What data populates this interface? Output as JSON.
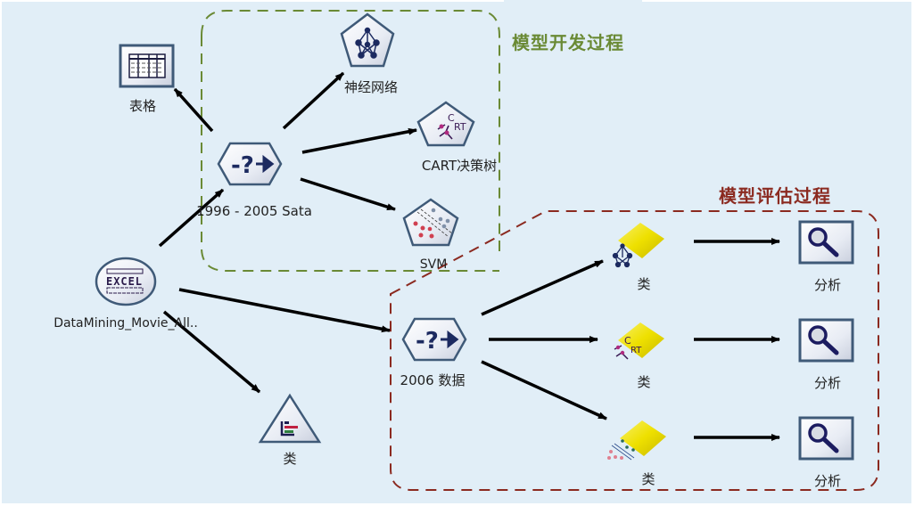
{
  "groups": {
    "development": {
      "title": "模型开发过程",
      "color": "#6a8a35"
    },
    "evaluation": {
      "title": "模型评估过程",
      "color": "#8b2a20"
    }
  },
  "nodes": {
    "table": {
      "label": "表格",
      "icon": "table-icon"
    },
    "neural_net": {
      "label": "神经网络",
      "icon": "neural-net-icon"
    },
    "cart": {
      "label": "CART决策树",
      "icon": "cart-tree-icon"
    },
    "svm": {
      "label": "SVM",
      "icon": "svm-icon"
    },
    "type_1996": {
      "label": "1996 - 2005 Sata",
      "icon": "type-node-icon"
    },
    "excel_source": {
      "label": "DataMining_Movie_All..",
      "icon": "excel-icon"
    },
    "distribution": {
      "label": "类",
      "icon": "distribution-icon"
    },
    "type_2006": {
      "label": "2006 数据",
      "icon": "type-node-icon"
    },
    "model_nn": {
      "label": "类",
      "icon": "neural-net-model-nugget-icon"
    },
    "model_cart": {
      "label": "类",
      "icon": "cart-model-nugget-icon"
    },
    "model_svm": {
      "label": "类",
      "icon": "svm-model-nugget-icon"
    },
    "analysis_1": {
      "label": "分析",
      "icon": "magnifier-icon"
    },
    "analysis_2": {
      "label": "分析",
      "icon": "magnifier-icon"
    },
    "analysis_3": {
      "label": "分析",
      "icon": "magnifier-icon"
    }
  },
  "connections": [
    {
      "from": "type_1996",
      "to": "table"
    },
    {
      "from": "type_1996",
      "to": "neural_net"
    },
    {
      "from": "type_1996",
      "to": "cart"
    },
    {
      "from": "type_1996",
      "to": "svm"
    },
    {
      "from": "excel_source",
      "to": "type_1996"
    },
    {
      "from": "excel_source",
      "to": "type_2006"
    },
    {
      "from": "excel_source",
      "to": "distribution"
    },
    {
      "from": "type_2006",
      "to": "model_nn"
    },
    {
      "from": "type_2006",
      "to": "model_cart"
    },
    {
      "from": "type_2006",
      "to": "model_svm"
    },
    {
      "from": "model_nn",
      "to": "analysis_1"
    },
    {
      "from": "model_cart",
      "to": "analysis_2"
    },
    {
      "from": "model_svm",
      "to": "analysis_3"
    }
  ]
}
